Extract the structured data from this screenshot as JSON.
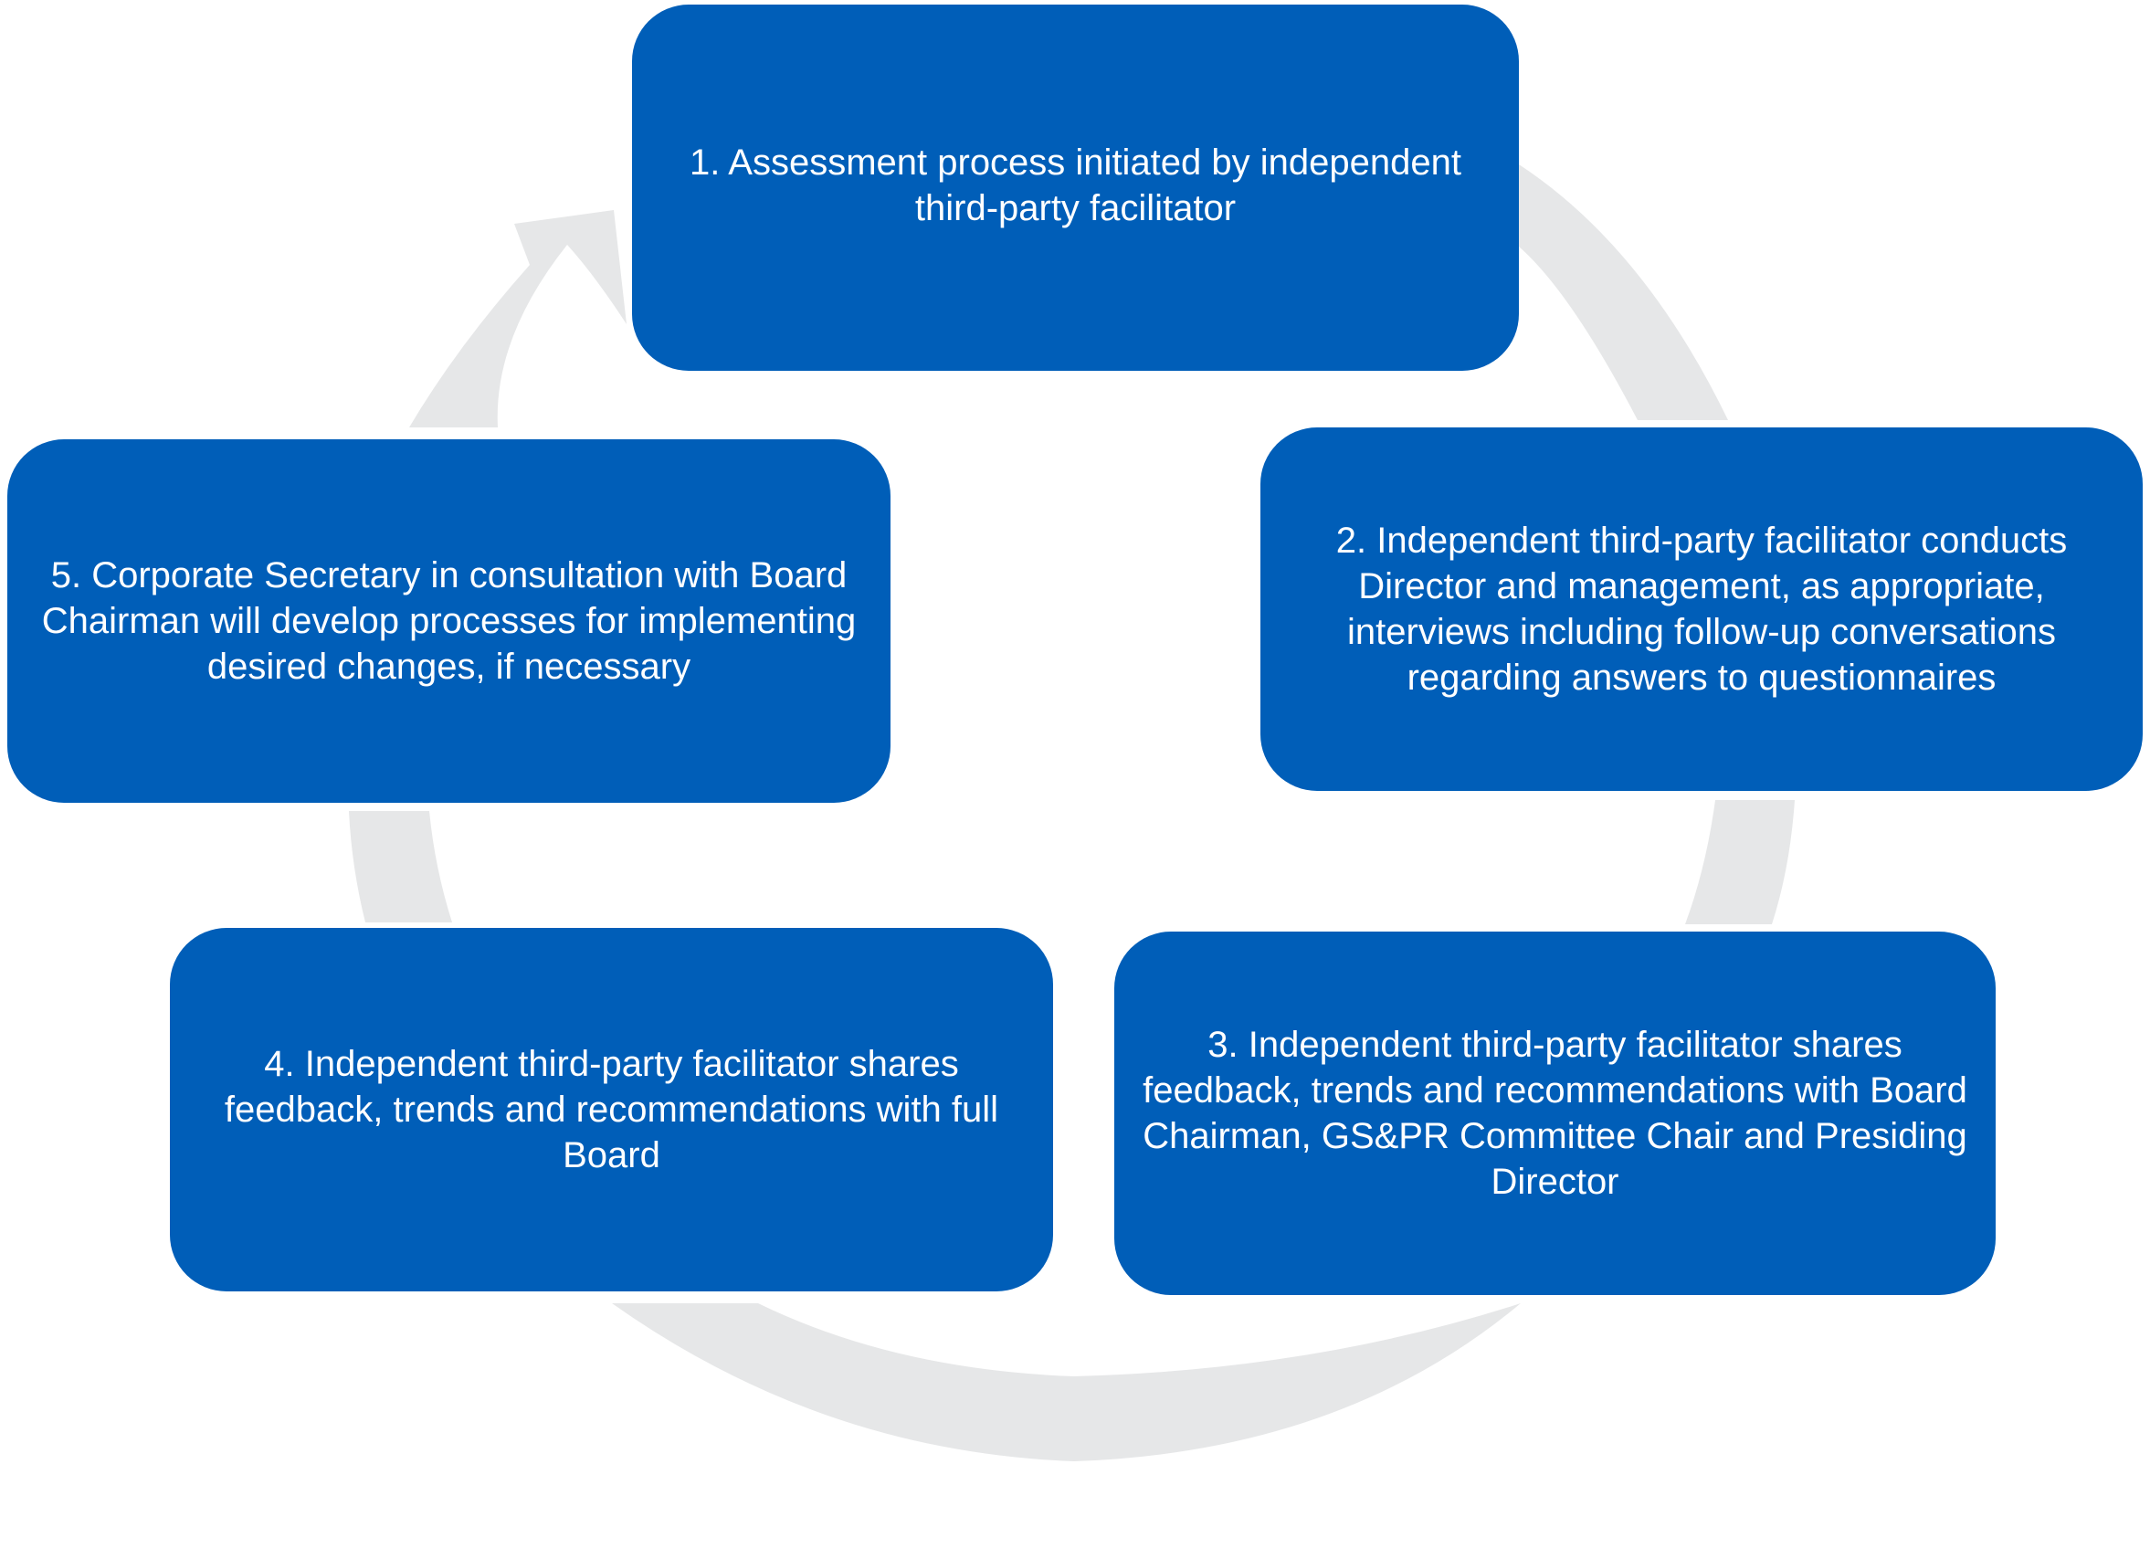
{
  "colors": {
    "box_fill": "#005eb8",
    "box_text": "#ffffff",
    "ring": "#e6e7e8",
    "background": "#ffffff"
  },
  "steps": [
    {
      "text": "1. Assessment process initiated by independent third-party facilitator"
    },
    {
      "text": "2. Independent third-party facilitator conducts Director and management, as appropriate, interviews including follow-up conversations regarding answers to questionnaires"
    },
    {
      "text": "3. Independent third-party facilitator shares feedback, trends and recommendations with Board Chairman, GS&PR Committee Chair and Presiding Director"
    },
    {
      "text": "4. Independent third-party facilitator shares feedback, trends and recommendations with full Board"
    },
    {
      "text": "5. Corporate Secretary in consultation with Board Chairman will develop processes for implementing desired changes, if necessary"
    }
  ]
}
